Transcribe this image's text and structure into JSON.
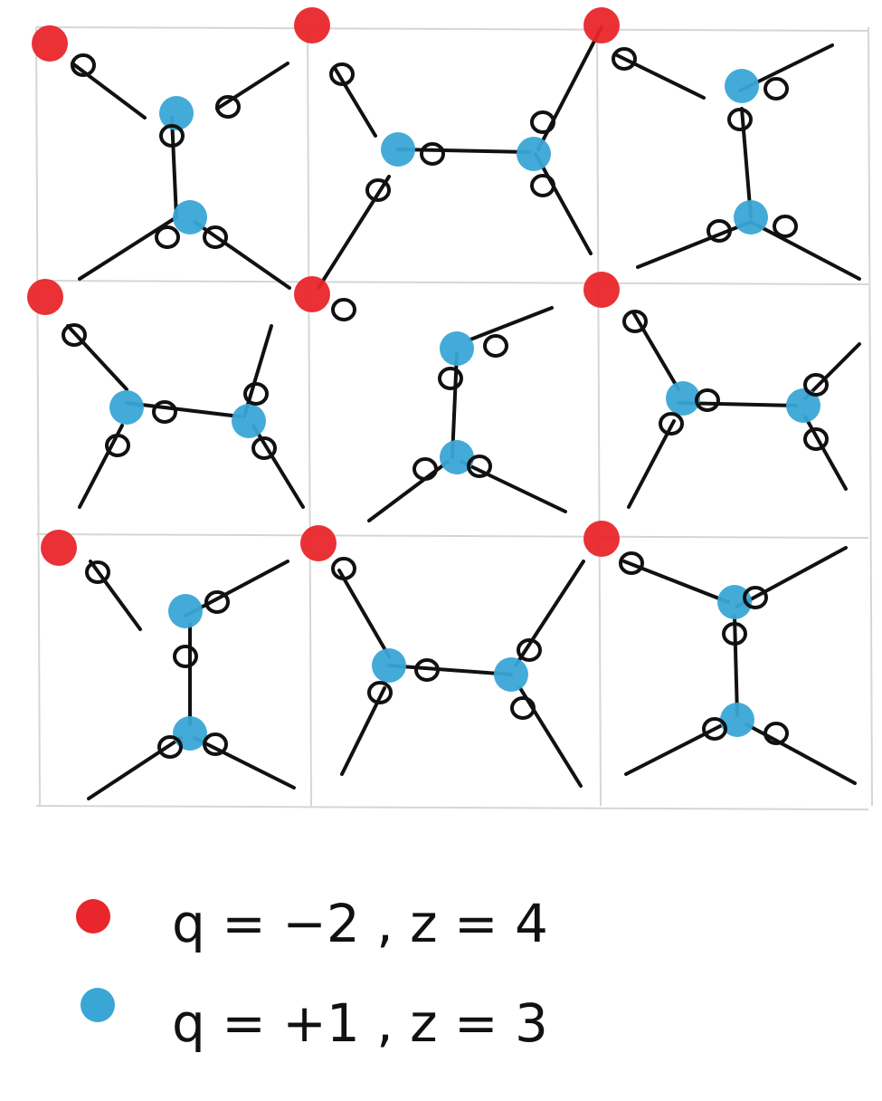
{
  "colors": {
    "paper": "#ffffff",
    "grid_pencil": "#d6d6d6",
    "ink": "#111111",
    "charge_minus_two": "#e8262b",
    "charge_plus_one": "#3aa6d6"
  },
  "legend": [
    {
      "color_key": "charge_minus_two",
      "text": "q = −2 , z = 4"
    },
    {
      "color_key": "charge_plus_one",
      "text": "q = +1 , z = 3"
    }
  ]
}
